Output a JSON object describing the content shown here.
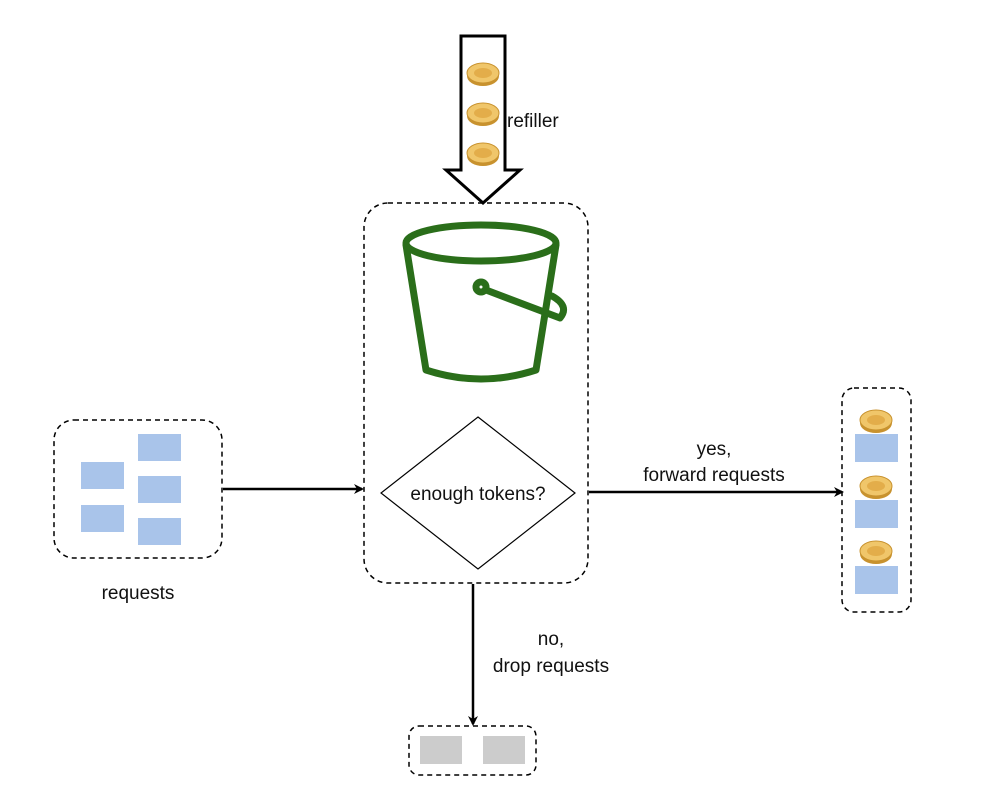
{
  "labels": {
    "refiller": "refiller",
    "decision": "enough tokens?",
    "requests": "requests",
    "yes_line1": "yes,",
    "yes_line2": "forward requests",
    "no_line1": "no,",
    "no_line2": "drop requests"
  },
  "colors": {
    "bucket": "#2a6e1a",
    "request": "#a9c4ea",
    "dropped": "#cccccc",
    "coin": "#e8b84e"
  },
  "icons": [
    "coin-icon",
    "bucket-icon"
  ]
}
